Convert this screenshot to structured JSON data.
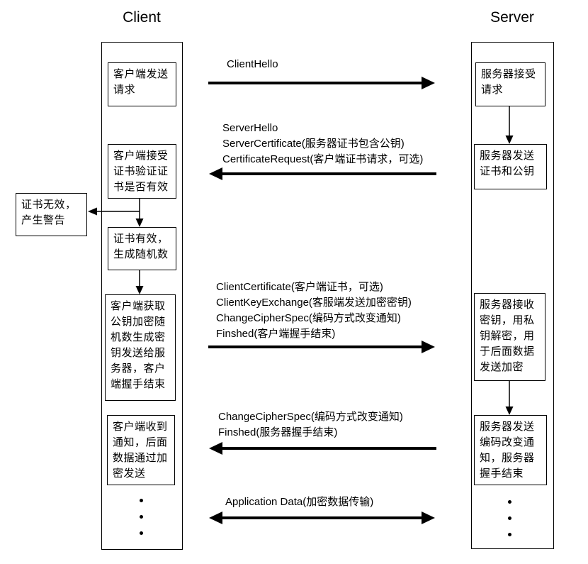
{
  "diagram": {
    "client": {
      "title": "Client",
      "boxes": [
        {
          "text": "客户端发送请求"
        },
        {
          "text": "客户端接受证书验证证书是否有效"
        },
        {
          "text": "证书有效，生成随机数"
        },
        {
          "text": "客户端获取公钥加密随机数生成密钥发送给服务器，客户端握手结束"
        },
        {
          "text": "客户端收到通知，后面数据通过加密发送"
        }
      ],
      "branch_box": {
        "text": "证书无效，产生警告"
      }
    },
    "server": {
      "title": "Server",
      "boxes": [
        {
          "text": "服务器接受请求"
        },
        {
          "text": "服务器发送证书和公钥"
        },
        {
          "text": "服务器接收密钥，用私钥解密，用于后面数据发送加密"
        },
        {
          "text": "服务器发送编码改变通知，服务器握手结束"
        }
      ]
    },
    "messages": [
      {
        "direction": "right",
        "lines": [
          "ClientHello"
        ]
      },
      {
        "direction": "left",
        "lines": [
          "ServerHello",
          "ServerCertificate(服务器证书包含公钥)",
          "CertificateRequest(客户端证书请求，可选)"
        ]
      },
      {
        "direction": "right",
        "lines": [
          "ClientCertificate(客户端证书，可选)",
          "ClientKeyExchange(客服端发送加密密钥)",
          "ChangeCipherSpec(编码方式改变通知)",
          "Finshed(客户端握手结束)"
        ]
      },
      {
        "direction": "left",
        "lines": [
          "ChangeCipherSpec(编码方式改变通知)",
          "Finshed(服务器握手结束)"
        ]
      },
      {
        "direction": "both",
        "lines": [
          "Application Data(加密数据传输)"
        ]
      }
    ],
    "colors": {
      "line": "#000000",
      "background": "#ffffff"
    }
  }
}
